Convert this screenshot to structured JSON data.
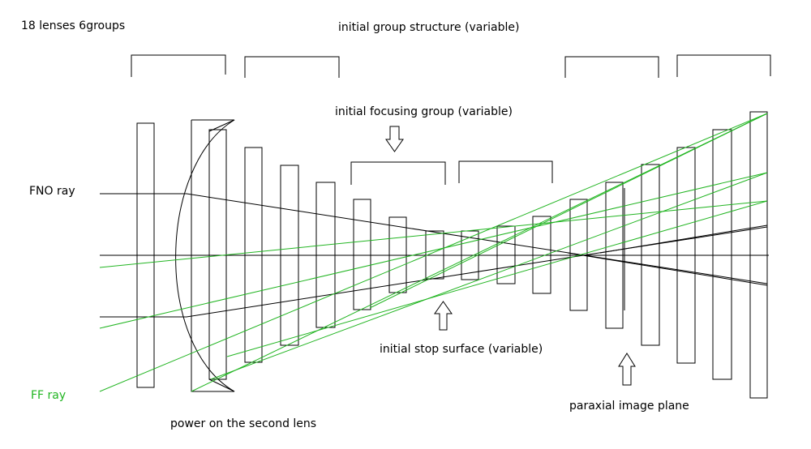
{
  "labels": {
    "lens_count": "18 lenses 6groups",
    "group_structure": "initial group structure (variable)",
    "focusing_group": "initial focusing group (variable)",
    "fno_ray": "FNO ray",
    "ff_ray": "FF ray",
    "stop_surface": "initial stop surface (variable)",
    "image_plane": "paraxial image plane",
    "second_lens_power": "power on the second lens"
  },
  "colors": {
    "fno_ray": "#000000",
    "ff_ray": "#22b522",
    "lens": "#000000"
  }
}
